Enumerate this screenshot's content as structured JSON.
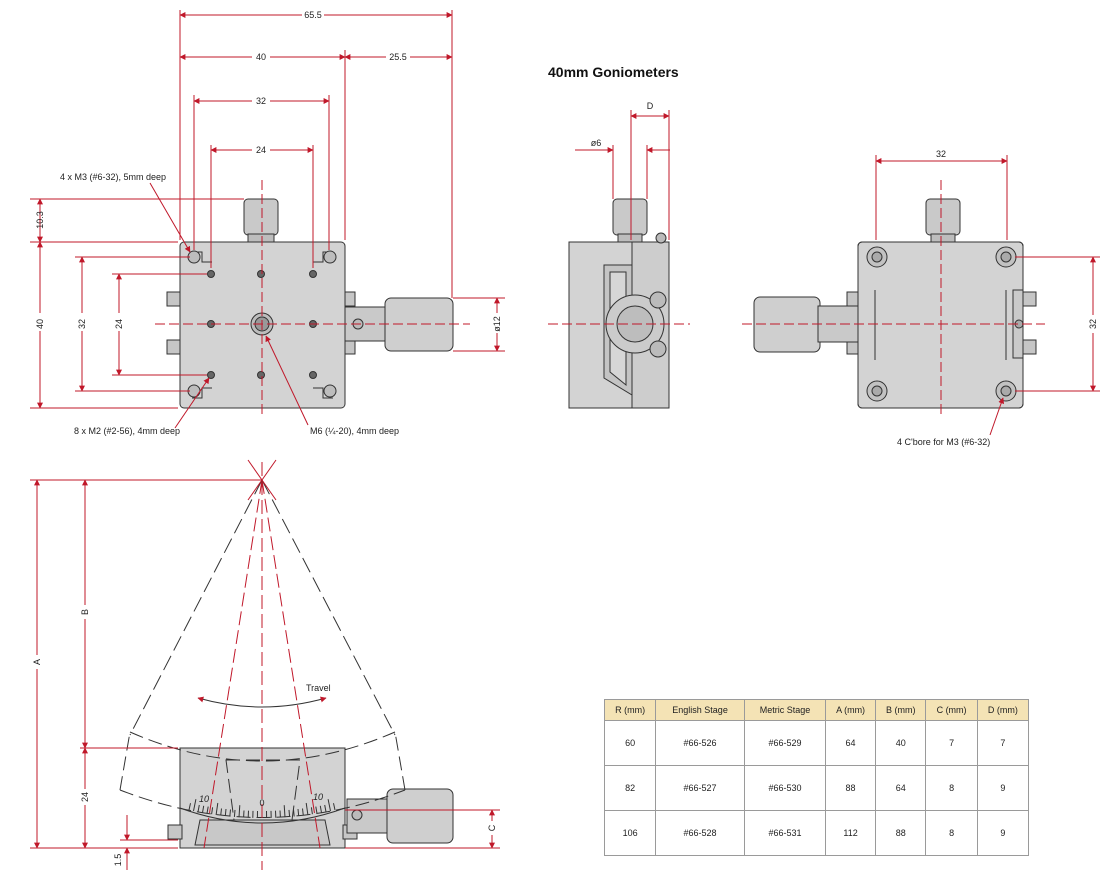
{
  "title": "40mm Goniometers",
  "top_view": {
    "dim_overall": "65.5",
    "dim_body": "40",
    "dim_micrometer": "25.5",
    "dim_32": "32",
    "dim_24": "24",
    "dim_left_103": "10.3",
    "dim_left_40": "40",
    "dim_left_32": "32",
    "dim_left_24": "24",
    "dim_phi12": "ø12",
    "callout_m3": "4 x M3 (#6-32), 5mm deep",
    "callout_m2": "8 x M2 (#2-56), 4mm deep",
    "callout_m6": "M6 (¼-20), 4mm deep"
  },
  "end_view": {
    "dim_d": "D",
    "dim_phi6": "ø6"
  },
  "bottom_view": {
    "dim_32_top": "32",
    "dim_32_right": "32",
    "callout_cbore": "4 C'bore for M3 (#6-32)"
  },
  "side_view": {
    "dim_a": "A",
    "dim_b": "B",
    "dim_24": "24",
    "dim_15": "1.5",
    "dim_c": "C",
    "travel_label": "Travel",
    "scale_left": "10",
    "scale_center": "0",
    "scale_right": "10"
  },
  "table": {
    "headers": [
      "R (mm)",
      "English Stage",
      "Metric Stage",
      "A (mm)",
      "B (mm)",
      "C (mm)",
      "D (mm)"
    ],
    "rows": [
      [
        "60",
        "#66-526",
        "#66-529",
        "64",
        "40",
        "7",
        "7"
      ],
      [
        "82",
        "#66-527",
        "#66-530",
        "88",
        "64",
        "8",
        "9"
      ],
      [
        "106",
        "#66-528",
        "#66-531",
        "112",
        "88",
        "8",
        "9"
      ]
    ]
  },
  "colors": {
    "dimension_line": "#c0182a",
    "body_fill": "#d3d3d3",
    "outline": "#333333",
    "table_header": "#f4e3b5"
  }
}
